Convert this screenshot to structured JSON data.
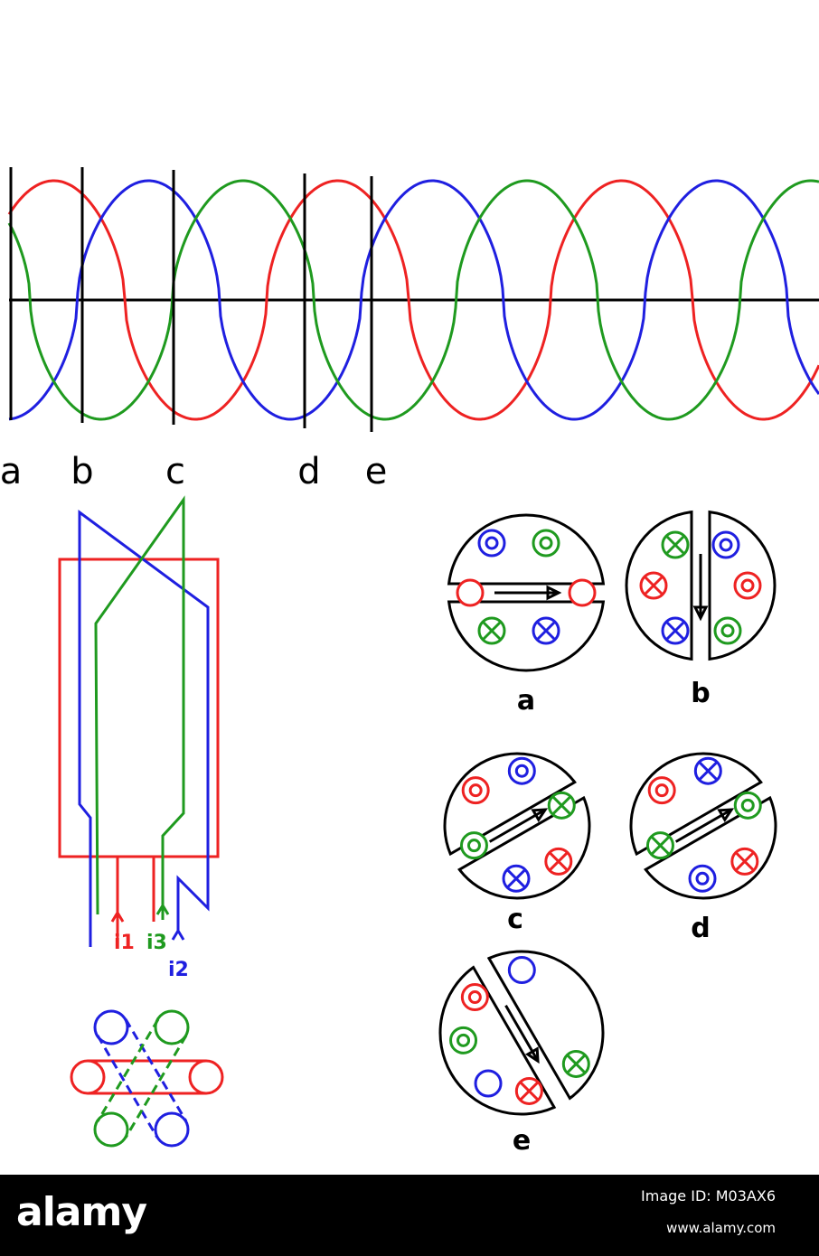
{
  "colors": {
    "phase1": "#ee2222",
    "phase2": "#1f1fe0",
    "phase3": "#1f9a1f",
    "ink": "#000000",
    "footer_bg": "#000000",
    "footer_text": "#ffffff"
  },
  "waveform": {
    "series": [
      {
        "phase": "phase1",
        "color": "red"
      },
      {
        "phase": "phase2",
        "color": "blue"
      },
      {
        "phase": "phase3",
        "color": "green"
      }
    ],
    "markers": [
      {
        "label": "a"
      },
      {
        "label": "b"
      },
      {
        "label": "c"
      },
      {
        "label": "d"
      },
      {
        "label": "e"
      }
    ]
  },
  "winding": {
    "current_labels": {
      "i1": "i1",
      "i2": "i2",
      "i3": "i3"
    }
  },
  "rotor_states": [
    {
      "label": "a"
    },
    {
      "label": "b"
    },
    {
      "label": "c"
    },
    {
      "label": "d"
    },
    {
      "label": "e"
    }
  ],
  "footer": {
    "logo": "alamy",
    "image_id": "Image ID: M03AX6",
    "url": "www.alamy.com"
  }
}
